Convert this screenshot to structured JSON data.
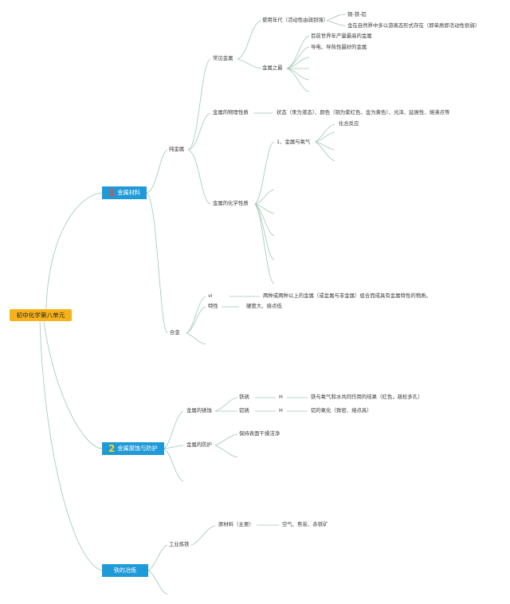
{
  "root": "初中化学第八单元",
  "branch1": {
    "badge": "1",
    "label": "金属材料",
    "pure": {
      "label": "纯金属",
      "common": {
        "label": "常见金属",
        "era": "使用年代（活动性由弱到强）",
        "era_order": "铜-铁-铝",
        "era_note": "金在自然界中多以游离态形式存在（即单质即活动性很弱）",
        "most": "金属之最",
        "most_1": "目前世界年产量最高的金属",
        "most_2": "导电、导热性最好的金属"
      },
      "physical": {
        "label": "金属的物理性质",
        "text": "状态（汞为液态）、颜色（铜为紫红色、金为黄色）、光泽、延展性、熔沸点等"
      },
      "chemical": {
        "label": "金属的化学性质",
        "oxygen": "1、金属与氧气",
        "combination": "化合反应"
      }
    },
    "alloy": {
      "label": "合金",
      "def_tag": "vi",
      "def_text": "两种或两种以上的金属（或金属与非金属）组合而成具有金属特性的物质。",
      "prop": "特性",
      "prop_text": "硬度大、熔点低"
    }
  },
  "branch2": {
    "badge": "2",
    "label": "金属腐蚀与防护",
    "corrosion": {
      "label": "金属的锈蚀",
      "iron": "铁锈",
      "iron_tag": "H",
      "iron_text": "铁与氧气和水共同作用的结果（红色，疏松多孔）",
      "al": "铝锈",
      "al_tag": "H",
      "al_text": "铝的氧化（致密、熔点高）"
    },
    "protection": {
      "label": "金属的防护",
      "dry": "保持表面干燥洁净"
    }
  },
  "branch3": {
    "label": "铁的冶炼",
    "industry": "工业炼铁",
    "materials": "原材料（主要）",
    "materials_text": "空气、焦炭、赤铁矿"
  }
}
